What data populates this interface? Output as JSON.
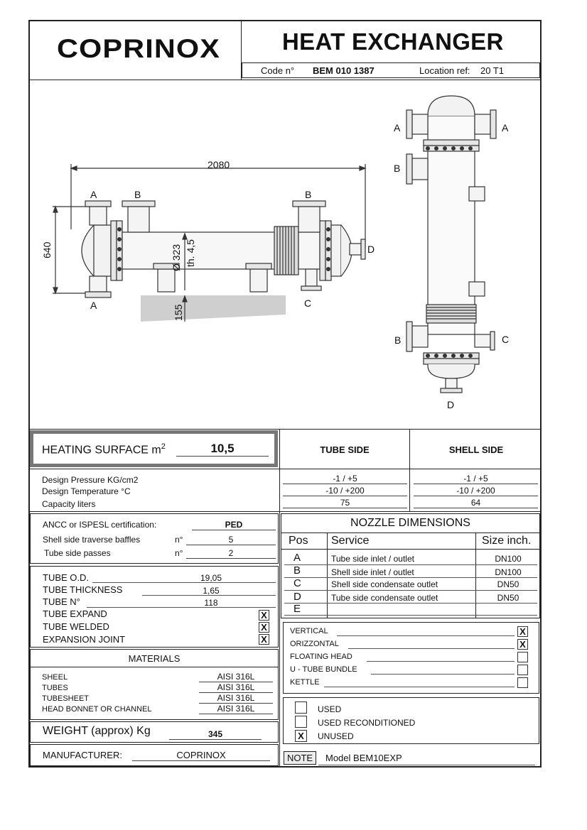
{
  "header": {
    "logo": "COPRINOX",
    "title": "HEAT EXCHANGER",
    "code_label": "Code  n°",
    "code_value": "BEM 010 1387",
    "location_label": "Location ref:",
    "location_value": "20 T1"
  },
  "drawing": {
    "length_dim": "2080",
    "height_dim": "640",
    "diameter_dim": "Ø 323",
    "thickness_dim": "th. 4,5",
    "foot_dim": "155",
    "nozzle_labels": {
      "a": "A",
      "b": "B",
      "c": "C",
      "d": "D"
    }
  },
  "heating": {
    "label": "HEATING SURFACE m",
    "sup": "2",
    "value": "10,5",
    "tube_side": "TUBE SIDE",
    "shell_side": "SHELL SIDE"
  },
  "design": {
    "labels": [
      "Design  Pressure  KG/cm2",
      "Design  Temperature   °C",
      "Capacity liters"
    ],
    "tube": [
      "-1 / +5",
      "-10 / +200",
      "75"
    ],
    "shell": [
      "-1 / +5",
      "-10 / +200",
      "64"
    ]
  },
  "cert": {
    "label": "ANCC  or  ISPESL certification:",
    "value": "PED",
    "baffles_label": "Shell side traverse baffles",
    "baffles_n": "n°",
    "baffles_value": "5",
    "passes_label": "Tube side passes",
    "passes_n": "n°",
    "passes_value": "2"
  },
  "tube": {
    "od_label": "TUBE  O.D.",
    "od_value": "19,05",
    "thickness_label": "TUBE  THICKNESS",
    "thickness_value": "1,65",
    "number_label": "TUBE  N°",
    "number_value": "118",
    "expand_label": "TUBE  EXPAND",
    "expand_mark": "X",
    "welded_label": "TUBE  WELDED",
    "welded_mark": "X",
    "joint_label": "EXPANSION  JOINT",
    "joint_mark": "X"
  },
  "materials": {
    "title": "MATERIALS",
    "rows": [
      {
        "label": "SHEEL",
        "value": "AISI 316L"
      },
      {
        "label": "TUBES",
        "value": "AISI 316L"
      },
      {
        "label": "TUBESHEET",
        "value": "AISI 316L"
      },
      {
        "label": "HEAD BONNET  OR  CHANNEL",
        "value": "AISI 316L"
      }
    ]
  },
  "weight": {
    "label": "WEIGHT (approx) Kg",
    "value": "345"
  },
  "manufacturer": {
    "label": "MANUFACTURER:",
    "value": "COPRINOX"
  },
  "nozzle": {
    "title": "NOZZLE  DIMENSIONS",
    "headers": [
      "Pos",
      "Service",
      "Size inch."
    ],
    "rows": [
      {
        "pos": "A",
        "service": "Tube side inlet / outlet",
        "size": "DN100"
      },
      {
        "pos": "B",
        "service": "Shell side inlet / outlet",
        "size": "DN100"
      },
      {
        "pos": "C",
        "service": "Shell side condensate outlet",
        "size": "DN50"
      },
      {
        "pos": "D",
        "service": "Tube side condensate outlet",
        "size": "DN50"
      },
      {
        "pos": "E",
        "service": "",
        "size": ""
      }
    ]
  },
  "orientation": {
    "rows": [
      {
        "label": "VERTICAL",
        "mark": "X"
      },
      {
        "label": "ORIZZONTAL",
        "mark": "X"
      },
      {
        "label": "FLOATING  HEAD",
        "mark": ""
      },
      {
        "label": "U - TUBE  BUNDLE",
        "mark": ""
      },
      {
        "label": "KETTLE",
        "mark": ""
      }
    ]
  },
  "condition": {
    "rows": [
      {
        "label": "USED",
        "mark": ""
      },
      {
        "label": "USED RECONDITIONED",
        "mark": ""
      },
      {
        "label": "UNUSED",
        "mark": "X"
      }
    ]
  },
  "note": {
    "label": "NOTE",
    "value": "Model BEM10EXP"
  }
}
